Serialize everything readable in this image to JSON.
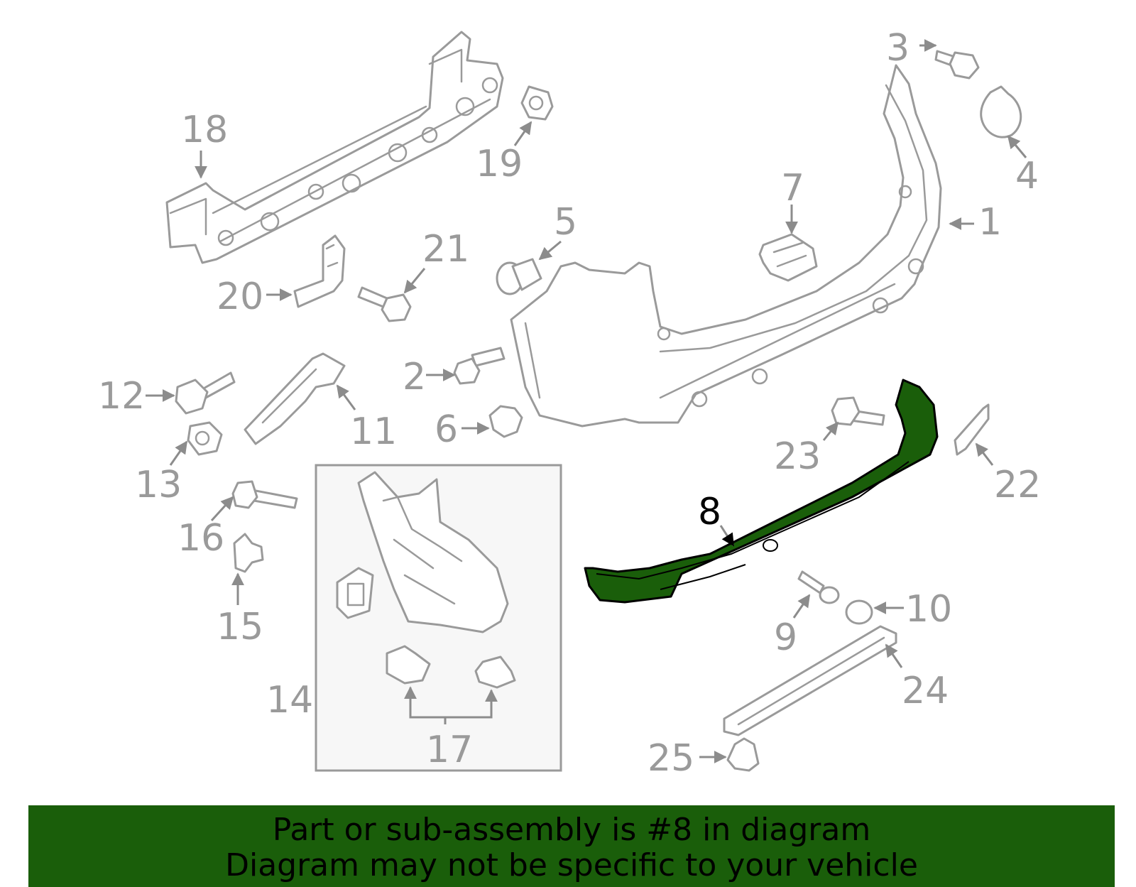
{
  "banner": {
    "line1": "Part or sub-assembly is #8 in diagram",
    "line2": "Diagram may not be specific to your vehicle"
  },
  "highlight_color": "#1a5e0a",
  "highlighted_part": "8",
  "labels": {
    "p1": "1",
    "p2": "2",
    "p3": "3",
    "p4": "4",
    "p5": "5",
    "p6": "6",
    "p7": "7",
    "p8": "8",
    "p9": "9",
    "p10": "10",
    "p11": "11",
    "p12": "12",
    "p13": "13",
    "p14": "14",
    "p15": "15",
    "p16": "16",
    "p17": "17",
    "p18": "18",
    "p19": "19",
    "p20": "20",
    "p21": "21",
    "p22": "22",
    "p23": "23",
    "p24": "24",
    "p25": "25"
  }
}
